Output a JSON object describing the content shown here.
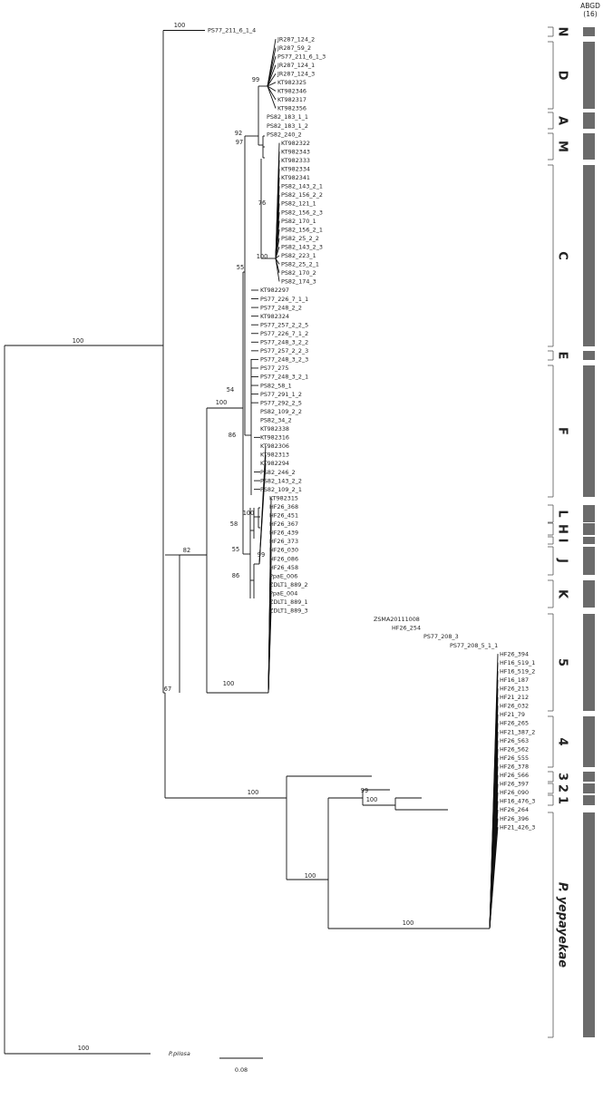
{
  "abgd_header": [
    "ABGD",
    "(16)"
  ],
  "scale_bar_label": "0.08",
  "clade_colors": {
    "N": "#d6a21a",
    "D": "#c3162a",
    "A": "#1b2a8a",
    "M": "#8a8a8a",
    "C": "#3a9fb0",
    "E": "#3d9a2b",
    "F": "#c9b45a",
    "L": "#b01e4a",
    "H": "#222222",
    "I": "#e28aa8",
    "J": "#1e6e2a",
    "K": "#8a8a8a",
    "5": "#8a4a1e",
    "4": "#7a2a9a",
    "3": "#555555",
    "2": "#1b2a8a",
    "1": "#2e7a2e",
    "P. yepayekae": "#111111"
  },
  "tips": [
    "PS77_211_6_1_4",
    "JR287_124_2",
    "JR287_59_2",
    "PS77_211_6_1_3",
    "JR287_124_1",
    "JR287_124_3",
    "KT982325",
    "KT982346",
    "KT982317",
    "KT982356",
    "PS82_183_1_1",
    "PS82_183_1_2",
    "PS82_240_2",
    "KT982322",
    "KT982343",
    "KT982333",
    "KT982334",
    "KT982341",
    "PS82_143_2_1",
    "PS82_156_2_2",
    "PS82_121_1",
    "PS82_156_2_3",
    "PS82_170_1",
    "PS82_156_2_1",
    "PS82_25_2_2",
    "PS82_143_2_3",
    "PS82_223_1",
    "PS82_25_2_1",
    "PS82_170_2",
    "PS82_174_3",
    "KT982297",
    "PS77_226_7_1_1",
    "PS77_248_2_2",
    "KT982324",
    "PS77_257_2_2_5",
    "PS77_226_7_1_2",
    "PS77_248_3_2_2",
    "PS77_257_2_2_3",
    "PS77_248_3_2_3",
    "PS77_275",
    "PS77_248_3_2_1",
    "PS82_58_1",
    "PS77_291_1_2",
    "PS77_292_2_5",
    "PS82_109_2_2",
    "PS82_34_2",
    "KT982338",
    "KT982316",
    "KT982306",
    "KT982313",
    "KT982294",
    "PS82_246_2",
    "PS82_143_2_2",
    "PS82_109_2_1",
    "KT982315",
    "HF26_368",
    "HF26_451",
    "HF26_367",
    "HF26_439",
    "HF26_373",
    "HF26_030",
    "HF26_086",
    "HF26_458",
    "PpaE_006",
    "ZDLT1_889_2",
    "PpaE_004",
    "ZDLT1_889_1",
    "ZDLT1_889_3",
    "ZSMA20111008",
    "HF26_254",
    "PS77_208_3",
    "PS77_208_5_1_1",
    "HF26_394",
    "HF16_519_1",
    "HF16_519_2",
    "HF16_187",
    "HF26_213",
    "HF21_212",
    "HF26_032",
    "HF21_79",
    "HF26_265",
    "HF21_387_2",
    "HF26_563",
    "HF26_562",
    "HF26_555",
    "HF26_378",
    "HF26_566",
    "HF26_397",
    "HF26_090",
    "HF16_476_3",
    "HF26_264",
    "HF26_396",
    "HF21_426_3",
    "P.pilosa"
  ],
  "support_values": [
    "100",
    "99",
    "92",
    "97",
    "76",
    "100",
    "55",
    "54",
    "100",
    "86",
    "100",
    "58",
    "55",
    "99",
    "86",
    "82",
    "100",
    "67",
    "99",
    "100",
    "100",
    "100",
    "100",
    "100"
  ],
  "clades": [
    "N",
    "D",
    "A",
    "M",
    "C",
    "E",
    "F",
    "L",
    "H",
    "I",
    "J",
    "K",
    "5",
    "4",
    "3",
    "2",
    "1",
    "P. yepayekae"
  ]
}
